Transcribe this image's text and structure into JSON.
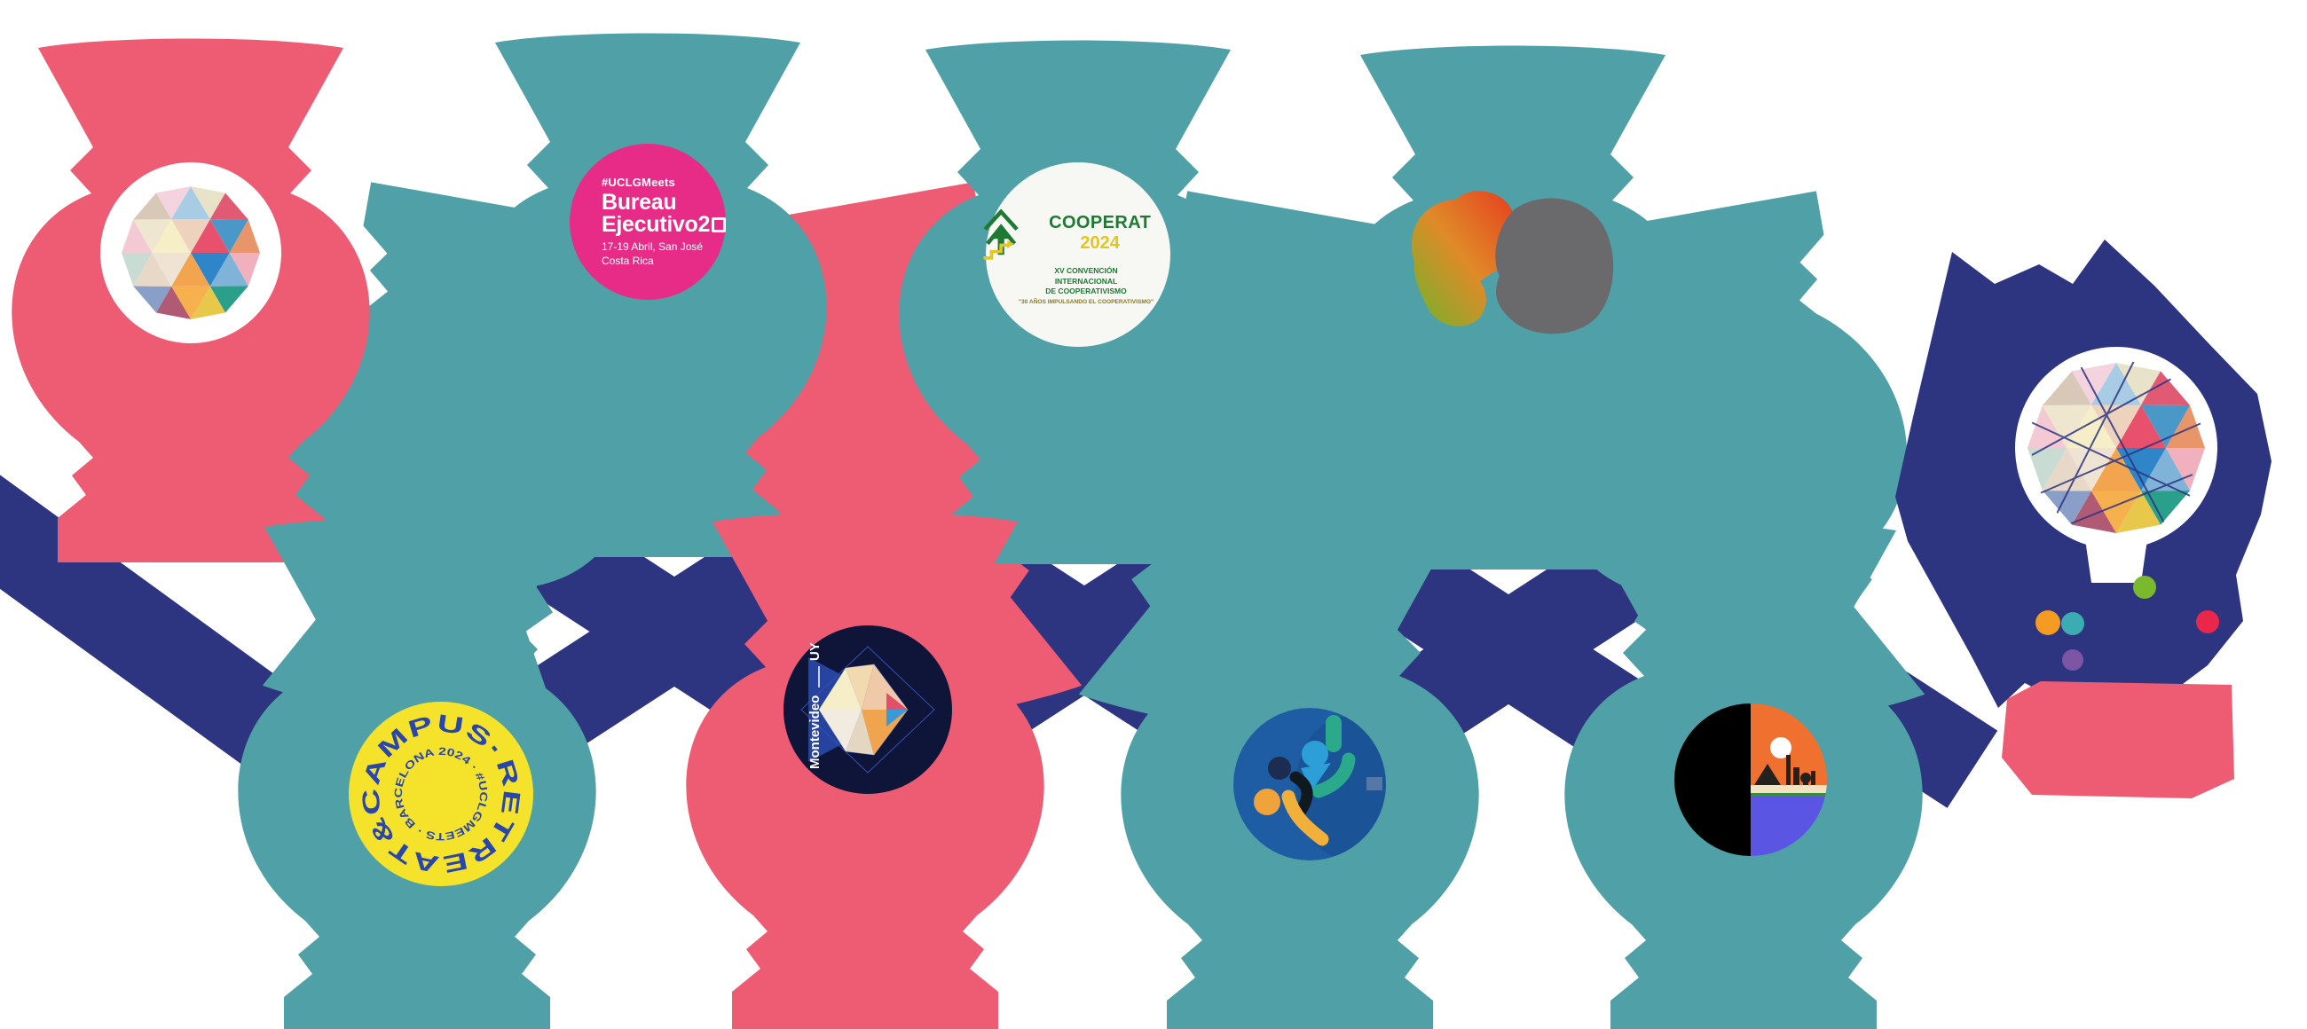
{
  "palette": {
    "teal": "#4FA0A7",
    "pink": "#EE5C74",
    "navy": "#2D3480",
    "magenta": "#E62C87",
    "yellow": "#F4E32A",
    "royal": "#2946AD",
    "coop_green": "#1E7A33",
    "coop_yellow": "#E3C622",
    "grad_green": "#6DB52C",
    "grad_red": "#E63C1E",
    "grey": "#6A6A6D",
    "mv_bg": "#0E1538",
    "mv_blue": "#2743A0",
    "fig_bg": "#1E5CA3",
    "sky_orange": "#F07030",
    "sky_cream": "#F2E4C0",
    "sky_green": "#3A8A40",
    "sky_indigo": "#5B55E3",
    "dot_green": "#7AB82C",
    "dot_orange": "#F49B22",
    "dot_teal": "#3AACB2",
    "dot_red": "#E8274B",
    "dot_purple": "#7C55A5"
  },
  "logos": {
    "congress_globe": {
      "icon": "multicolor-geodesic-globe"
    },
    "bureau": {
      "hashtag": "#UCLGMeets",
      "title_line1": "Bureau",
      "title_line2": "Ejecutivo",
      "year_digit": "2",
      "date": "17-19 Abril, San José",
      "location": "Costa Rica"
    },
    "cooperat": {
      "title": "COOPERAT",
      "year": "2024",
      "subtitle_line1": "XV CONVENCIÓN INTERNACIONAL",
      "subtitle_line2": "DE COOPERATIVISMO",
      "tagline": "\"30 AÑOS IMPULSANDO EL COOPERATIVISMO\"",
      "icon": "pine-tree-growth-arrow"
    },
    "gradient_heart": {
      "icon": "green-red-gradient-heart-with-grey-emblem"
    },
    "council_globe": {
      "icon": "geodesic-globe-with-orbit-lines"
    },
    "retreat": {
      "ring_text": "RETREAT&CAMPUS·",
      "inner_ring_text": "#UCLGMEETS · BARCELONA 2024 ·"
    },
    "montevideo": {
      "city": "Montevideo",
      "country": "UY",
      "icon": "faceted-diamond"
    },
    "figures": {
      "icon": "abstract-people-figures"
    },
    "skyline": {
      "icon": "city-skyline-sunset-pyramid"
    }
  },
  "confetti_dots": [
    "green",
    "orange",
    "teal",
    "red",
    "purple"
  ]
}
